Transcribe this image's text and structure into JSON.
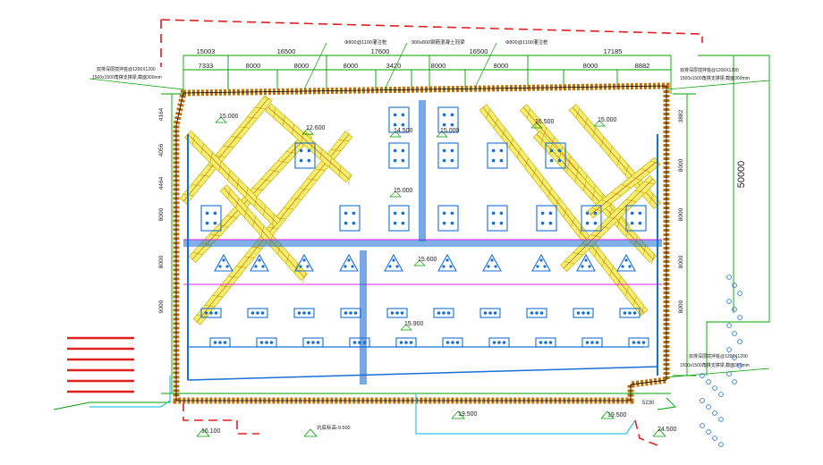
{
  "top_dims_upper": [
    "15003",
    "16500",
    "17600",
    "16500",
    "17185"
  ],
  "top_dims_lower": [
    "7333",
    "8000",
    "8000",
    "8000",
    "3420",
    "8000",
    "8000",
    "8000",
    "8882"
  ],
  "left_dims": [
    "4164",
    "4056",
    "4464",
    "8000",
    "8000",
    "9000"
  ],
  "right_dims": [
    "3882",
    "8000",
    "8000",
    "8000",
    "8000"
  ],
  "right_big_dim": "50000",
  "top_callouts": [
    "Φ800@1100灌注桩",
    "900x800钢筋混凝土冠梁",
    "Φ800@1100灌注桩"
  ],
  "left_callouts": [
    "双排深层搅拌桩@1200X1200",
    "1500x1500角撑支撑梁,截面300mm"
  ],
  "right_callouts_top": [
    "双排深层搅拌桩@1200X1200",
    "1500x1500角撑支撑梁,截面300mm"
  ],
  "right_callouts_bottom": [
    "双排深层搅拌桩@1200X1200",
    "1500x1500角撑支撑梁,截面300mm"
  ],
  "elevations": [
    {
      "label": "15.000"
    },
    {
      "label": "12.600"
    },
    {
      "label": "14.500"
    },
    {
      "label": "15.000"
    },
    {
      "label": "16.500"
    },
    {
      "label": "15.000"
    },
    {
      "label": "15.000"
    },
    {
      "label": "15.600"
    },
    {
      "label": "15.900"
    }
  ],
  "bottom_labels": [
    "16.100",
    "坑底标高-9.500",
    "19.500",
    "19.500",
    "24.500"
  ],
  "bottom_dim": "5230",
  "colors": {
    "frame": "#00a000",
    "wall": "#c07000",
    "strut": "#f2f26a",
    "strut_edge": "#c8a000",
    "pile": "#1a6fd6",
    "boundary": "#e02020",
    "magenta": "#e020e0",
    "cyan": "#00b8d8"
  }
}
